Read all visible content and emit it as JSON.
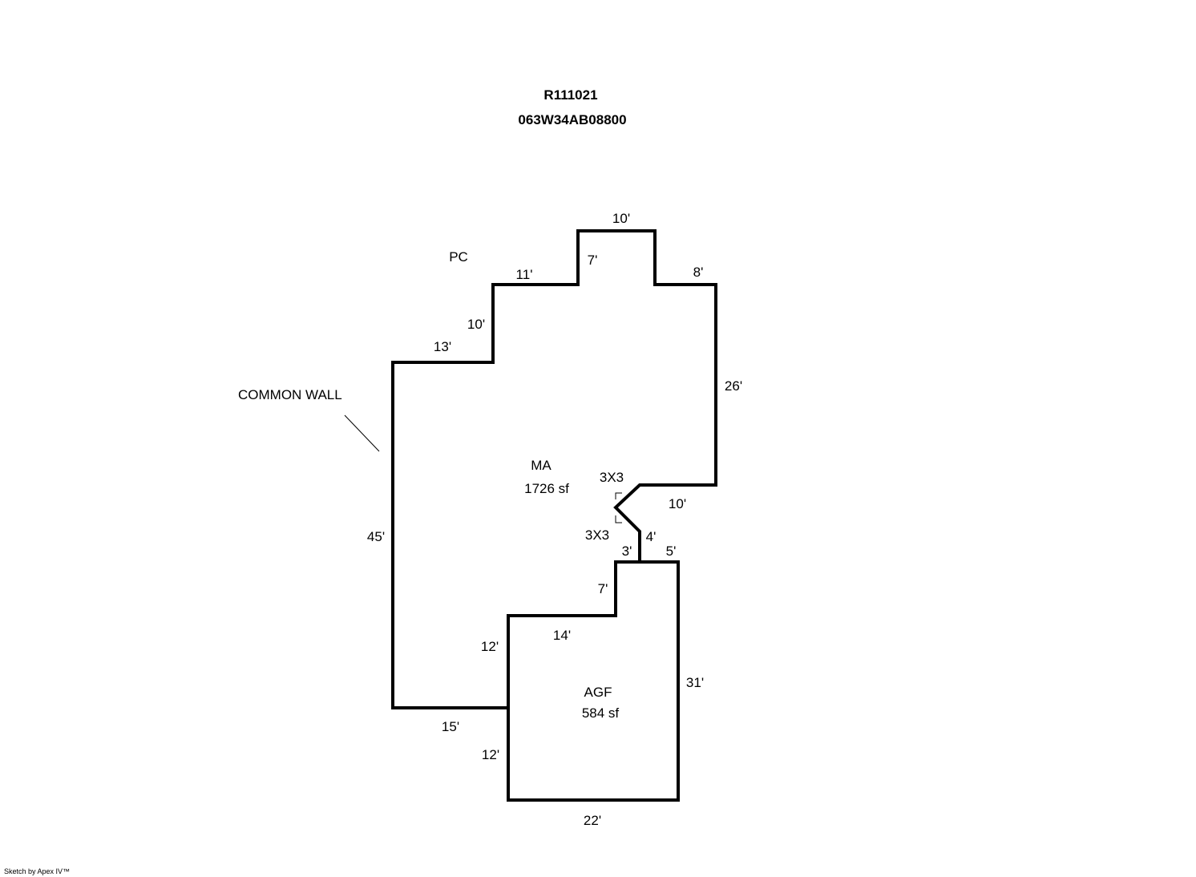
{
  "header": {
    "parcel_id": "R111021",
    "map_number": "063W34AB08800"
  },
  "areas": {
    "ma": {
      "code": "MA",
      "area": "1726 sf"
    },
    "agf": {
      "code": "AGF",
      "area": "584 sf"
    },
    "pc": {
      "code": "PC"
    }
  },
  "annotations": {
    "common_wall": "COMMON WALL",
    "notch_top": "3X3",
    "notch_bottom": "3X3"
  },
  "dimensions": {
    "top": "10'",
    "top_left_riser": "7'",
    "upper_left_step": "11'",
    "right_step": "8'",
    "mid_riser": "10'",
    "left_step": "13'",
    "right_side": "26'",
    "notch_run": "10'",
    "notch_drop": "4'",
    "left_side": "45'",
    "link": "3'",
    "agf_top": "5'",
    "agf_riser": "7'",
    "agf_step": "14'",
    "agf_left_upper": "12'",
    "agf_right": "31'",
    "ma_bottom": "15'",
    "agf_left_lower": "12'",
    "agf_bottom": "22'"
  },
  "footer": {
    "credit": "Sketch by Apex IV™"
  }
}
